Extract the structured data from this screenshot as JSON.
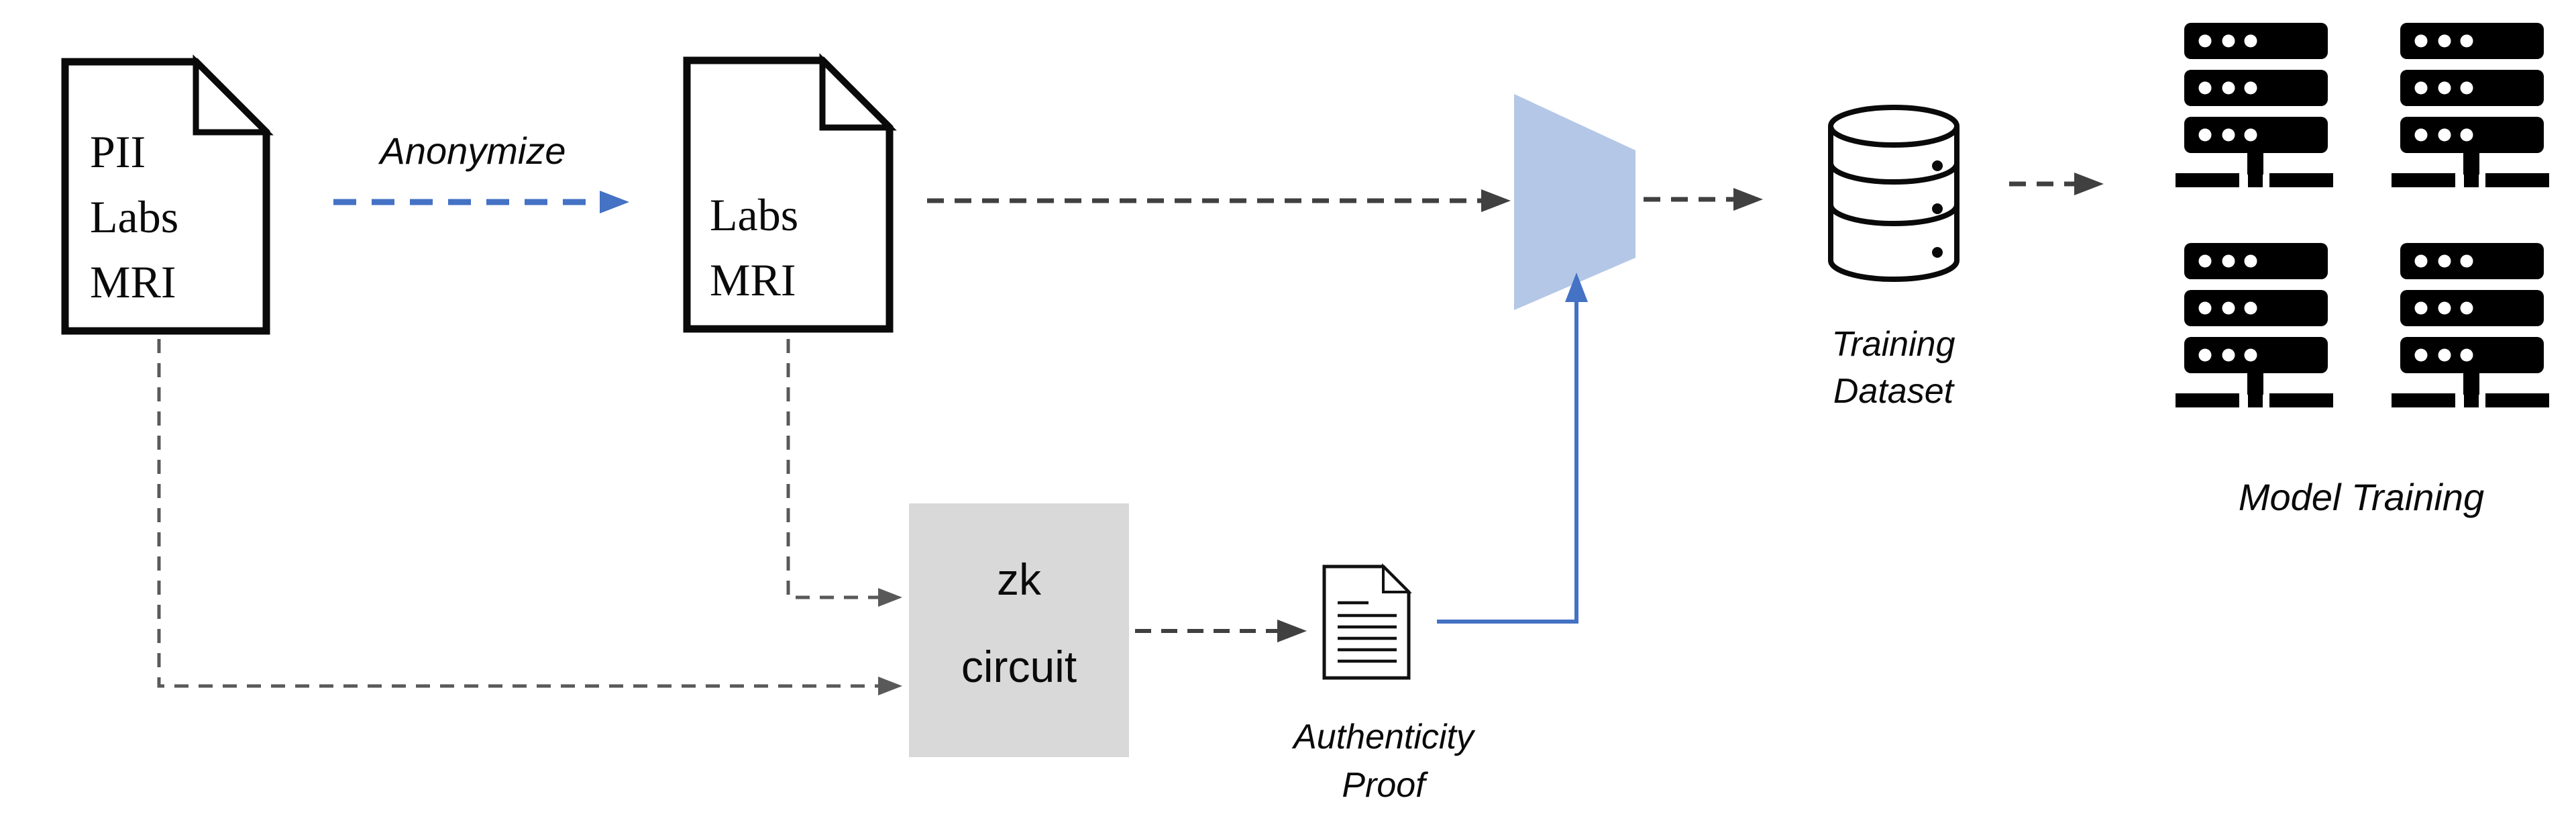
{
  "diagram": {
    "source_document": {
      "lines": [
        "PII",
        "Labs",
        "MRI"
      ]
    },
    "anonymize_arrow": {
      "label": "Anonymize"
    },
    "anonymized_document": {
      "lines": [
        "Labs",
        "MRI"
      ]
    },
    "zk_circuit": {
      "lines": [
        "zk",
        "circuit"
      ]
    },
    "authenticity_proof": {
      "lines": [
        "Authenticity",
        "Proof"
      ]
    },
    "training_dataset": {
      "lines": [
        "Training",
        "Dataset"
      ]
    },
    "model_training": {
      "label": "Model Training"
    },
    "colors": {
      "arrow_blue": "#4472C4",
      "funnel_fill": "#B4C7E7",
      "zk_box_fill": "#D9D9D9",
      "dash_dark": "#404040",
      "connector_gray": "#595959",
      "ink": "#0A0A0A"
    }
  }
}
